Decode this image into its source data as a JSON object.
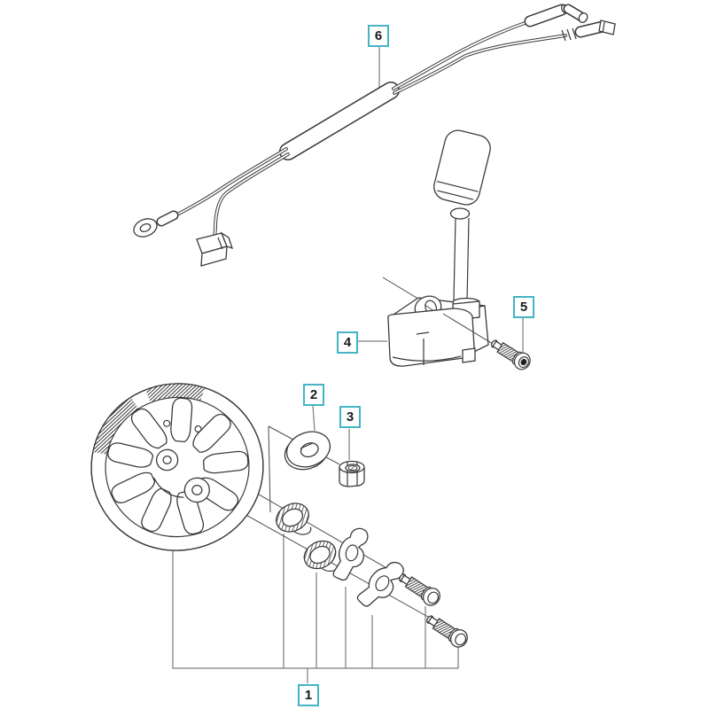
{
  "diagram": {
    "callouts": [
      {
        "id": "callout-1",
        "label": "1"
      },
      {
        "id": "callout-2",
        "label": "2"
      },
      {
        "id": "callout-3",
        "label": "3"
      },
      {
        "id": "callout-4",
        "label": "4"
      },
      {
        "id": "callout-5",
        "label": "5"
      },
      {
        "id": "callout-6",
        "label": "6"
      }
    ]
  },
  "colors": {
    "callout_border": "#45b4c4",
    "callout_text": "#1a1a1a",
    "line_art": "#3a3a3a",
    "leader_line": "#7d7d7d",
    "background": "#ffffff"
  }
}
